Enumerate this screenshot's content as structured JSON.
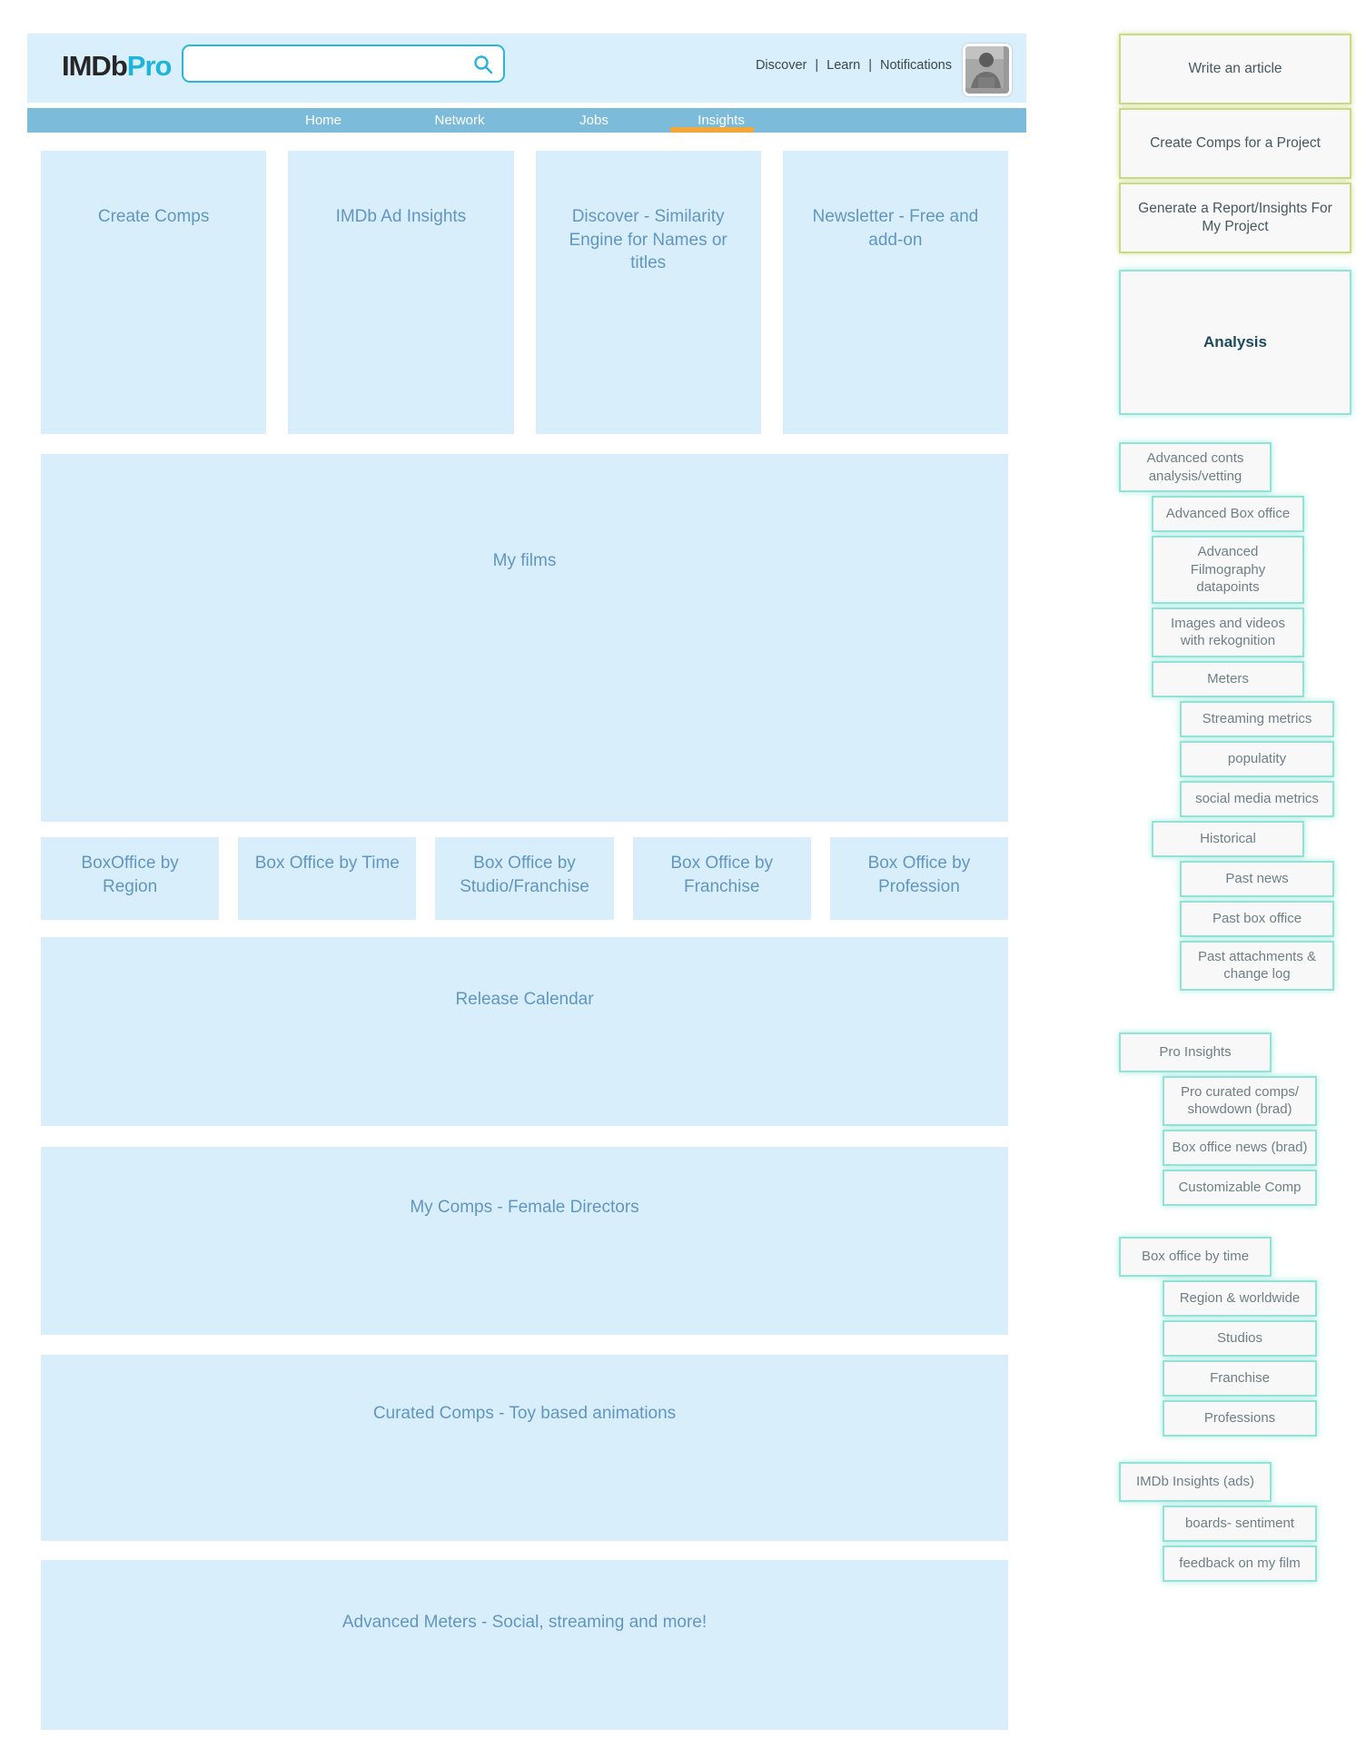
{
  "theme": {
    "card_blue_bg": "#d9eefb",
    "card_text_blue": "#6196c1",
    "header_bg": "#d9effb",
    "nav_bg": "#7cbbd9",
    "accent_orange": "#f3a73a",
    "brand_cyan": "#1fb4d9",
    "sidebar_teal_border": "#93e2d7",
    "sidebar_green_border": "#c8db82"
  },
  "icons": {
    "search_icon": "magnifier",
    "avatar": "user-photo-grayscale"
  },
  "header": {
    "logo_imdb": "IMDb",
    "logo_pro": "Pro",
    "search_value": "",
    "links": [
      "Discover",
      "Learn",
      "Notifications"
    ],
    "separator": "|",
    "nav": [
      "Home",
      "Network",
      "Jobs",
      "Insights"
    ],
    "active_tab": "Insights"
  },
  "main": {
    "top_cards": [
      "Create Comps",
      "IMDb Ad Insights",
      "Discover - Similarity Engine for Names or titles",
      "Newsletter - Free and add-on"
    ],
    "my_films": "My films",
    "boxoffice_cards": [
      "BoxOffice by Region",
      "Box Office by Time",
      "Box Office by Studio/Franchise",
      "Box Office by Franchise",
      "Box Office by Profession"
    ],
    "wide_cards": [
      "Release Calendar",
      "My Comps - Female Directors",
      "Curated Comps - Toy based animations",
      "Advanced Meters - Social, streaming and more!"
    ]
  },
  "sidebar": {
    "action_cards": [
      "Write an article",
      "Create Comps for a Project",
      "Generate a Report/Insights For My Project"
    ],
    "analysis_card": "Analysis",
    "analysis_tree": {
      "header": "Advanced conts analysis/vetting",
      "level1": [
        "Advanced Box office",
        "Advanced Filmography datapoints",
        "Images and videos with rekognition",
        "Meters"
      ],
      "meters_children": [
        "Streaming metrics",
        "populatity",
        "social media metrics"
      ],
      "historical": "Historical",
      "historical_children": [
        "Past news",
        "Past box office",
        "Past attachments & change log"
      ]
    },
    "pro_insights": {
      "header": "Pro Insights",
      "children": [
        "Pro curated comps/ showdown (brad)",
        "Box office news (brad)",
        "Customizable Comp"
      ]
    },
    "box_office_by_time": {
      "header": "Box office by time",
      "children": [
        "Region & worldwide",
        "Studios",
        "Franchise",
        "Professions"
      ]
    },
    "imdb_insights_ads": {
      "header": "IMDb Insights (ads)",
      "children": [
        "boards- sentiment",
        "feedback on my film"
      ]
    }
  }
}
